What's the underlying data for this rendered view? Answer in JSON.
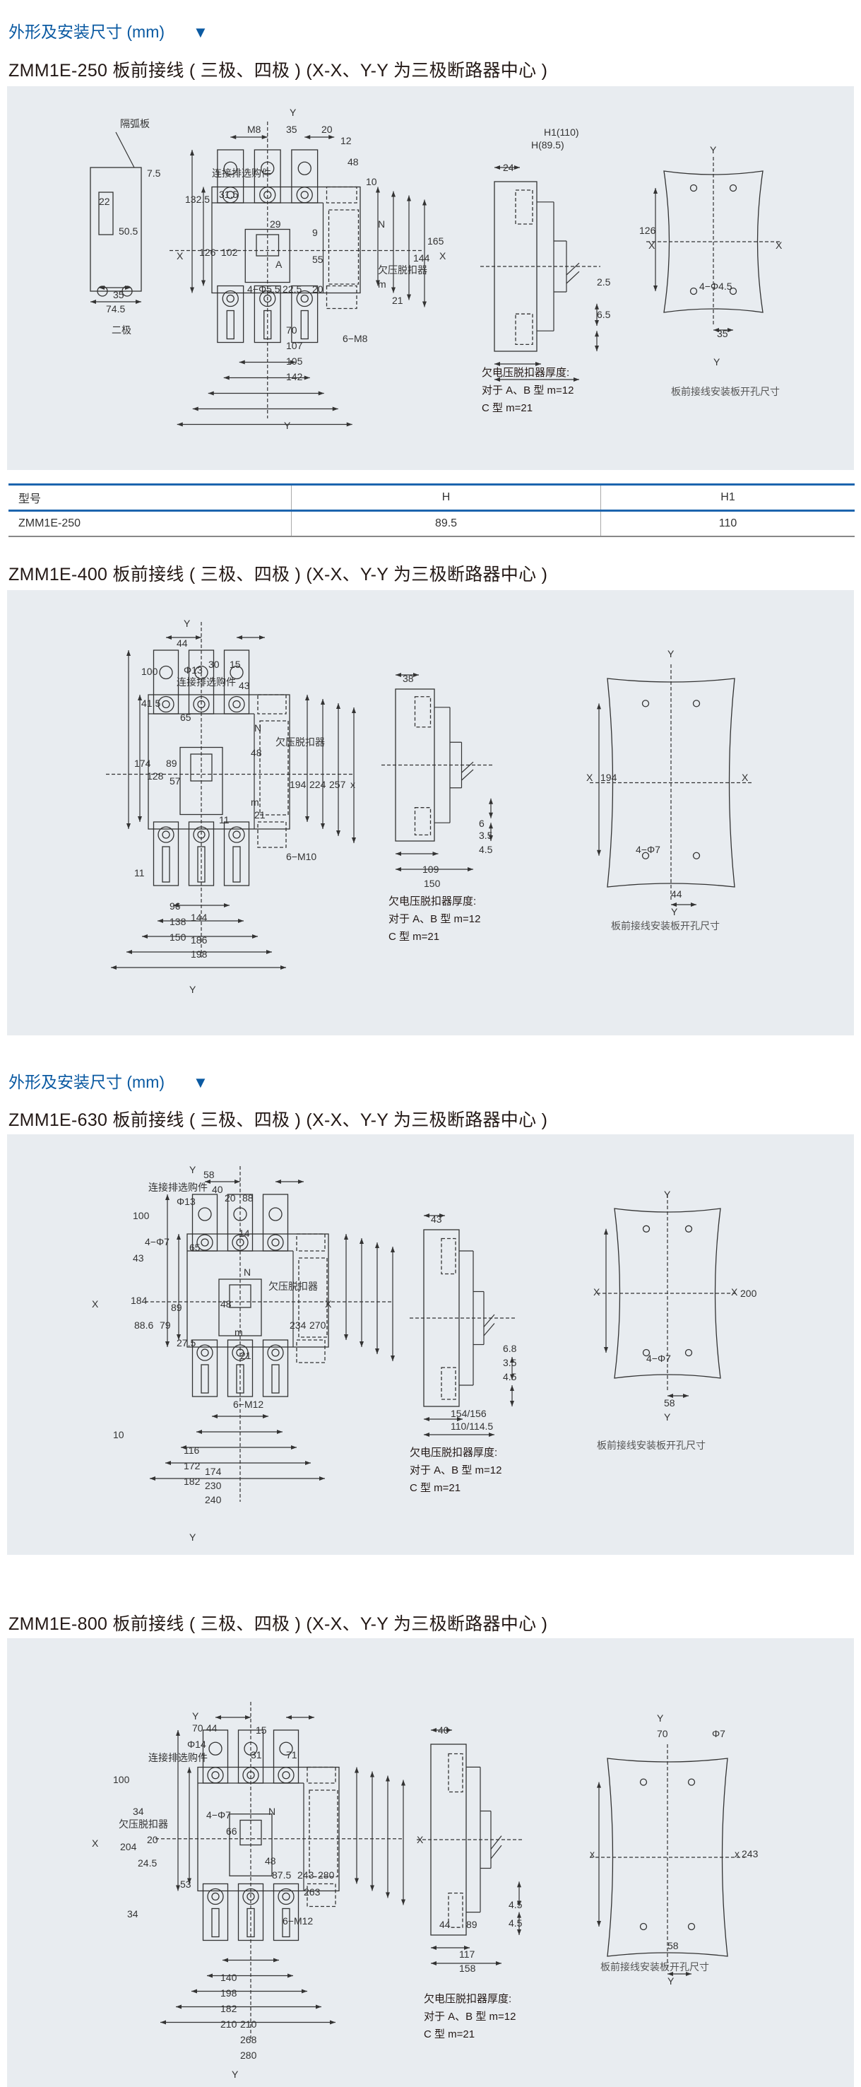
{
  "section_header": {
    "label": "外形及安装尺寸 (mm)",
    "icon": "triangle-down-icon",
    "color": "#0b5aa2"
  },
  "panels": [
    {
      "title": "ZMM1E-250 板前接线 ( 三极、四极 )   (X-X、Y-Y 为三极断路器中心 )",
      "front_labels": [
        "隔弧板",
        "7.5",
        "22",
        "50.5",
        "35",
        "74.5",
        "二极",
        "Y",
        "M8",
        "35",
        "20",
        "12",
        "48",
        "10",
        "连接排选购件",
        "132.5",
        "31.5",
        "126",
        "102",
        "29",
        "9",
        "55",
        "A",
        "4−Φ5.5",
        "22.5",
        "20",
        "N",
        "m",
        "21",
        "6−M8",
        "70",
        "107",
        "105",
        "142",
        "Y",
        "X",
        "X",
        "165",
        "144",
        "欠压脱扣器"
      ],
      "side_labels": [
        "H1(110)",
        "H(89.5)",
        "24",
        "2.5",
        "6.5"
      ],
      "hole_labels": [
        "Y",
        "X",
        "X",
        "126",
        "4−Φ4.5",
        "35",
        "Y"
      ],
      "notes": [
        "欠电压脱扣器厚度:",
        "对于 A、B 型 m=12",
        "C 型 m=21"
      ],
      "caption": "板前接线安装板开孔尺寸"
    },
    {
      "title": "ZMM1E-400 板前接线 ( 三极、四极 )   (X-X、Y-Y 为三极断路器中心 )",
      "front_labels": [
        "Y",
        "44",
        "Φ13",
        "30",
        "15",
        "100",
        "41.5",
        "连接排选购件",
        "43",
        "65",
        "N",
        "48",
        "174",
        "128",
        "89",
        "57",
        "m",
        "21",
        "11",
        "194",
        "224",
        "257",
        "x",
        "6−M10",
        "11",
        "96",
        "138",
        "150",
        "144",
        "186",
        "198",
        "Y",
        "欠压脱扣器"
      ],
      "side_labels": [
        "38",
        "6",
        "3.5",
        "4.5",
        "109",
        "150"
      ],
      "hole_labels": [
        "Y",
        "X",
        "X",
        "194",
        "4−Φ7",
        "44",
        "Y"
      ],
      "notes": [
        "欠电压脱扣器厚度:",
        "对于 A、B 型 m=12",
        "C 型 m=21"
      ],
      "caption": "板前接线安装板开孔尺寸"
    },
    {
      "title": "ZMM1E-630 板前接线 ( 三极、四极 )   (X-X、Y-Y 为三极断路器中心 )",
      "front_labels": [
        "连接排选购件",
        "Y",
        "58",
        "40",
        "Φ13",
        "20",
        "88",
        "100",
        "43",
        "14",
        "4−Φ7",
        "65",
        "N",
        "X",
        "184",
        "88.6",
        "79",
        "89",
        "48",
        "27.5",
        "m",
        "21",
        "234",
        "270",
        "X",
        "6−M12",
        "10",
        "116",
        "172",
        "182",
        "174",
        "230",
        "240",
        "Y",
        "欠压脱扣器"
      ],
      "side_labels": [
        "43",
        "6.8",
        "3.5",
        "4.5",
        "110/114.5",
        "154/156"
      ],
      "hole_labels": [
        "Y",
        "X",
        "X",
        "200",
        "4−Φ7",
        "58",
        "Y"
      ],
      "notes": [
        "欠电压脱扣器厚度:",
        "对于 A、B 型 m=12",
        "C 型 m=21"
      ],
      "caption": "板前接线安装板开孔尺寸"
    },
    {
      "title": "ZMM1E-800 板前接线 ( 三极、四极 )   (X-X、Y-Y 为三极断路器中心 )",
      "front_labels": [
        "Y",
        "70",
        "Φ14",
        "44",
        "15",
        "100",
        "连接排选购件",
        "31",
        "71",
        "34",
        "4−Φ7",
        "20",
        "66",
        "N",
        "X",
        "204",
        "24.5",
        "53",
        "48",
        "87.5",
        "243",
        "263",
        "280",
        "34",
        "6−M12",
        "140",
        "198",
        "182",
        "210",
        "210",
        "268",
        "280",
        "Y",
        "欠压脱扣器"
      ],
      "side_labels": [
        "40",
        "X",
        "4.5",
        "4.5",
        "44",
        "89",
        "117",
        "158"
      ],
      "hole_labels": [
        "Y",
        "70",
        "Φ7",
        "x",
        "x",
        "243",
        "58",
        "Y"
      ],
      "notes": [
        "欠电压脱扣器厚度:",
        "对于 A、B 型 m=12",
        "C 型 m=21"
      ],
      "caption": "板前接线安装板开孔尺寸"
    }
  ],
  "table": {
    "headers": [
      "型号",
      "H",
      "H1"
    ],
    "rows": [
      [
        "ZMM1E-250",
        "89.5",
        "110"
      ]
    ]
  }
}
